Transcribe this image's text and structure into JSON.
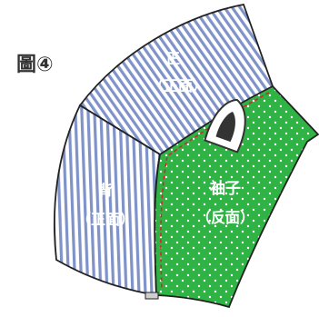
{
  "figure_label": "圖④",
  "pieces": {
    "front": {
      "name": "正",
      "side": "（正面）"
    },
    "back": {
      "name": "背",
      "side": "（正面）"
    },
    "sleeve": {
      "name": "袖子",
      "side": "（反面）"
    }
  },
  "colors": {
    "stripe_blue": "#7f93c9",
    "stripe_light": "#ffffff",
    "sleeve_green": "#2fb344",
    "dot_white": "#ffffff",
    "outline": "#222222",
    "stitch_red": "#d9232e",
    "iron_body": "#ffffff",
    "iron_dark": "#333333"
  },
  "icons": [
    "iron-icon"
  ]
}
